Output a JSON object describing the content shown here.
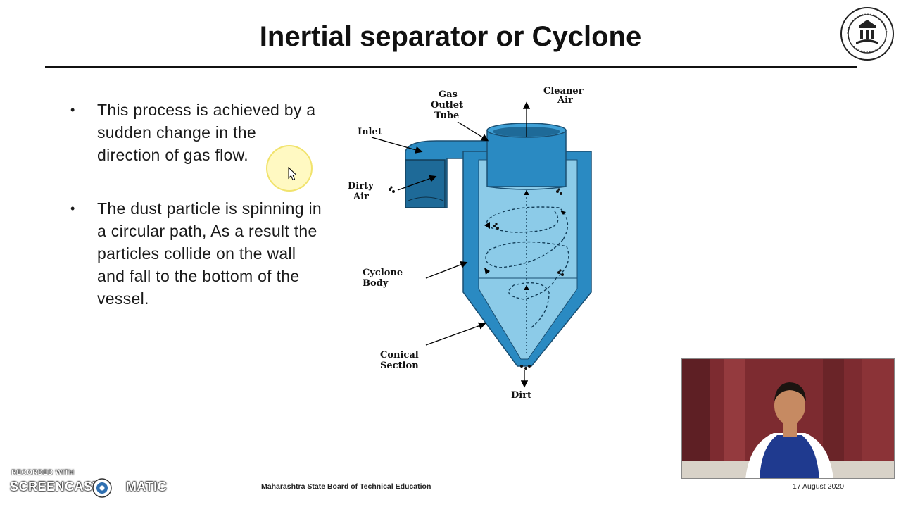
{
  "slide": {
    "title": "Inertial separator or Cyclone",
    "bullets": [
      "This process is achieved by a sudden change in the direction of gas flow.",
      "The dust particle is spinning in a circular path, As a result the particles collide on the wall and fall to the bottom of the vessel."
    ],
    "bullet_glyph": "•"
  },
  "diagram": {
    "labels": {
      "gas_outlet": [
        "Gas",
        "Outlet",
        "Tube"
      ],
      "cleaner_air": [
        "Cleaner",
        "Air"
      ],
      "inlet": "Inlet",
      "dirty_air": [
        "Dirty",
        "Air"
      ],
      "cyclone_body": [
        "Cyclone",
        "Body"
      ],
      "conical_section": [
        "Conical",
        "Section"
      ],
      "dirt": "Dirt"
    },
    "colors": {
      "body_fill": "#8ccbe8",
      "body_dark": "#1f6f9e",
      "tube": "#2a8ac2"
    }
  },
  "footer": {
    "org": "Maharashtra State Board of Technical Education",
    "date": "17 August 2020"
  },
  "watermark": {
    "line1": "RECORDED WITH",
    "line2a": "SCREENCAST",
    "line2b": "MATIC"
  },
  "icons": [
    "msbte-logo-icon",
    "mouse-cursor-icon",
    "screencast-o-icon"
  ]
}
